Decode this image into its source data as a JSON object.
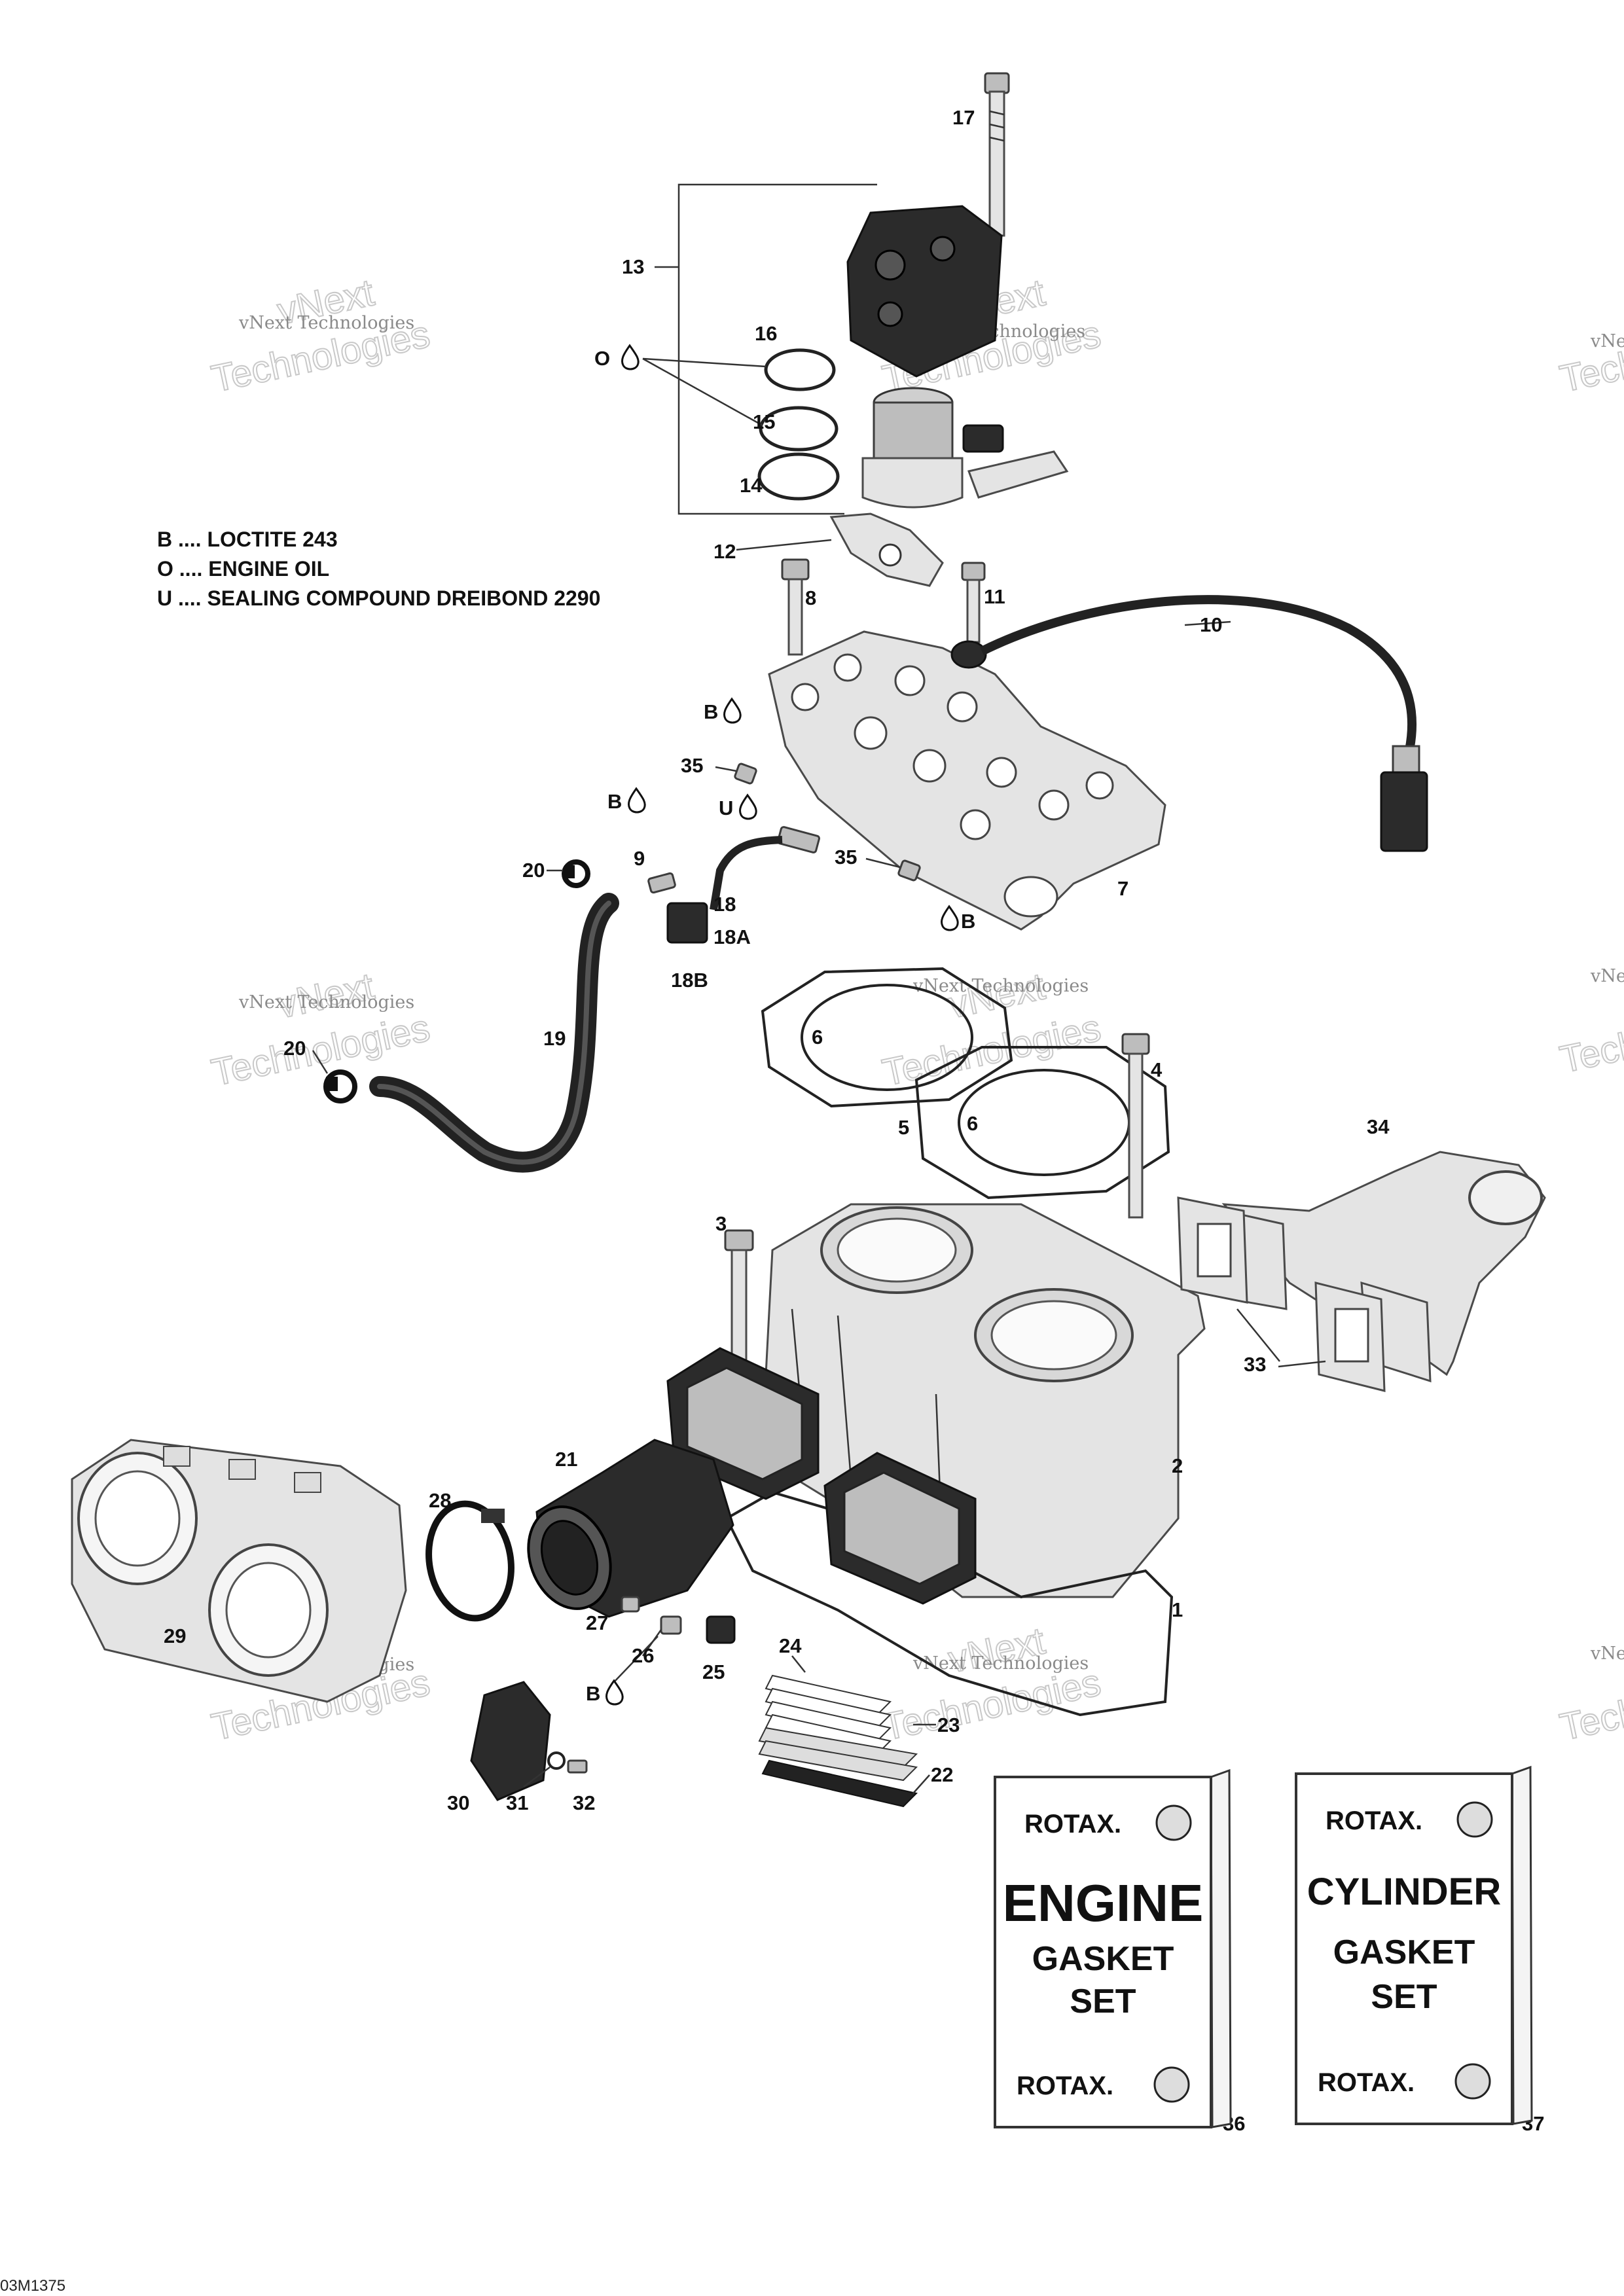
{
  "legend": {
    "lines": [
      "B .... LOCTITE 243",
      "O .... ENGINE OIL",
      "U .... SEALING COMPOUND DREIBOND 2290"
    ]
  },
  "callouts": {
    "c1": "1",
    "c2": "2",
    "c3": "3",
    "c4": "4",
    "c5": "5",
    "c6a": "6",
    "c6b": "6",
    "c7": "7",
    "c8": "8",
    "c9": "9",
    "c10": "10",
    "c11": "11",
    "c12": "12",
    "c13": "13",
    "c14": "14",
    "c15": "15",
    "c16": "16",
    "c17": "17",
    "c18": "18",
    "c18a": "18A",
    "c18b": "18B",
    "c19": "19",
    "c20a": "20",
    "c20b": "20",
    "c21": "21",
    "c22": "22",
    "c23": "23",
    "c24": "24",
    "c25": "25",
    "c26": "26",
    "c27": "27",
    "c28": "28",
    "c29": "29",
    "c30": "30",
    "c31": "31",
    "c32": "32",
    "c33": "33",
    "c34": "34",
    "c35a": "35",
    "c35b": "35",
    "c36": "36",
    "c37": "37"
  },
  "compound_marks": {
    "oil": "O",
    "b1": "B",
    "b2": "B",
    "b3": "B",
    "b4": "B",
    "u1": "U"
  },
  "gasket_sets": {
    "engine": {
      "brand_top": "ROTAX.",
      "title": "ENGINE",
      "line2": "GASKET",
      "line3": "SET",
      "brand_bottom": "ROTAX."
    },
    "cylinder": {
      "brand_top": "ROTAX.",
      "title": "CYLINDER",
      "line2": "GASKET",
      "line3": "SET",
      "brand_bottom": "ROTAX."
    }
  },
  "watermark": {
    "small": "vNext Technologies",
    "big_top": "vNext",
    "big_bottom": "Technologies"
  },
  "reference_code": "03M1375",
  "colors": {
    "line_art": "#4a4a4a",
    "fill_light": "#e4e4e4",
    "fill_dark": "#2b2b2b",
    "watermark": "#c9c9c9"
  }
}
